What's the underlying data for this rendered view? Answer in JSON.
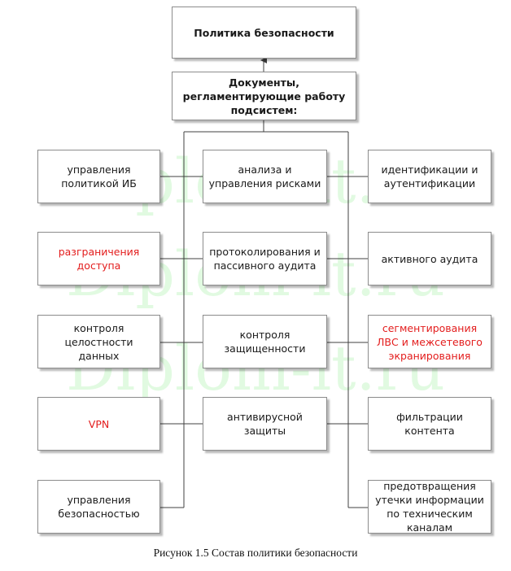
{
  "diagram": {
    "top": "Политика безопасности",
    "docs": "Документы, регламентирующие работу подсистем:",
    "col1": [
      {
        "text": "управления политикой ИБ",
        "color": "#1a1a1a"
      },
      {
        "text": "разграничения доступа",
        "color": "#e31d1d"
      },
      {
        "text": "контроля целостности данных",
        "color": "#1a1a1a"
      },
      {
        "text": "VPN",
        "color": "#e31d1d"
      },
      {
        "text": "управления безопасностью",
        "color": "#1a1a1a"
      }
    ],
    "col2": [
      {
        "text": "анализа и управления рисками",
        "color": "#1a1a1a"
      },
      {
        "text": "протоколирования и пассивного аудита",
        "color": "#1a1a1a"
      },
      {
        "text": "контроля защищенности",
        "color": "#1a1a1a"
      },
      {
        "text": "антивирусной защиты",
        "color": "#1a1a1a"
      }
    ],
    "col3": [
      {
        "text": "идентификации и аутентификации",
        "color": "#1a1a1a"
      },
      {
        "text": "активного аудита",
        "color": "#1a1a1a"
      },
      {
        "text": "сегментирования ЛВС и межсетевого экранирования",
        "color": "#e31d1d"
      },
      {
        "text": "фильтрации контента",
        "color": "#1a1a1a"
      },
      {
        "text": "предотвращения утечки информации по техническим каналам",
        "color": "#1a1a1a"
      }
    ]
  },
  "watermark": "Diplom-it.ru",
  "caption": "Рисунок 1.5 Состав политики безопасности"
}
